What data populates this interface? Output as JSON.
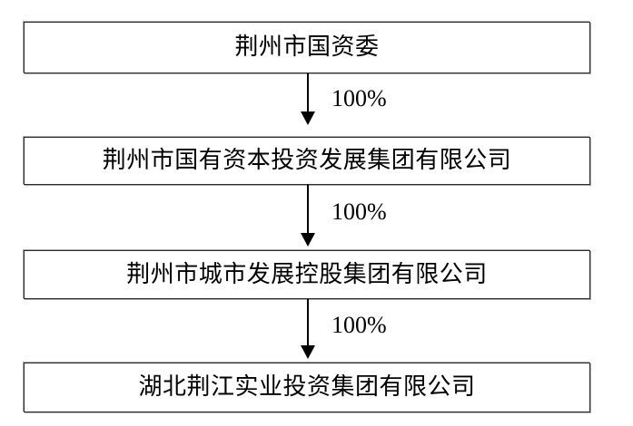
{
  "diagram": {
    "type": "ownership-structure-chart",
    "orientation": "vertical-top-down",
    "background_color": "#ffffff",
    "text_color": "#000000",
    "border_color": "#2b2b2b",
    "shadow_color": "#a8a8a8",
    "nodes": [
      {
        "id": "node-0",
        "label": "荆州市国资委"
      },
      {
        "id": "node-1",
        "label": "荆州市国有资本投资发展集团有限公司"
      },
      {
        "id": "node-2",
        "label": "荆州市城市发展控股集团有限公司"
      },
      {
        "id": "node-3",
        "label": "湖北荆江实业投资集团有限公司"
      }
    ],
    "connectors": [
      {
        "id": "conn-0",
        "from": "node-0",
        "to": "node-1",
        "label": "100%",
        "arrow": "down-arrow-icon"
      },
      {
        "id": "conn-1",
        "from": "node-1",
        "to": "node-2",
        "label": "100%",
        "arrow": "down-arrow-icon"
      },
      {
        "id": "conn-2",
        "from": "node-2",
        "to": "node-3",
        "label": "100%",
        "arrow": "down-arrow-icon"
      }
    ]
  }
}
